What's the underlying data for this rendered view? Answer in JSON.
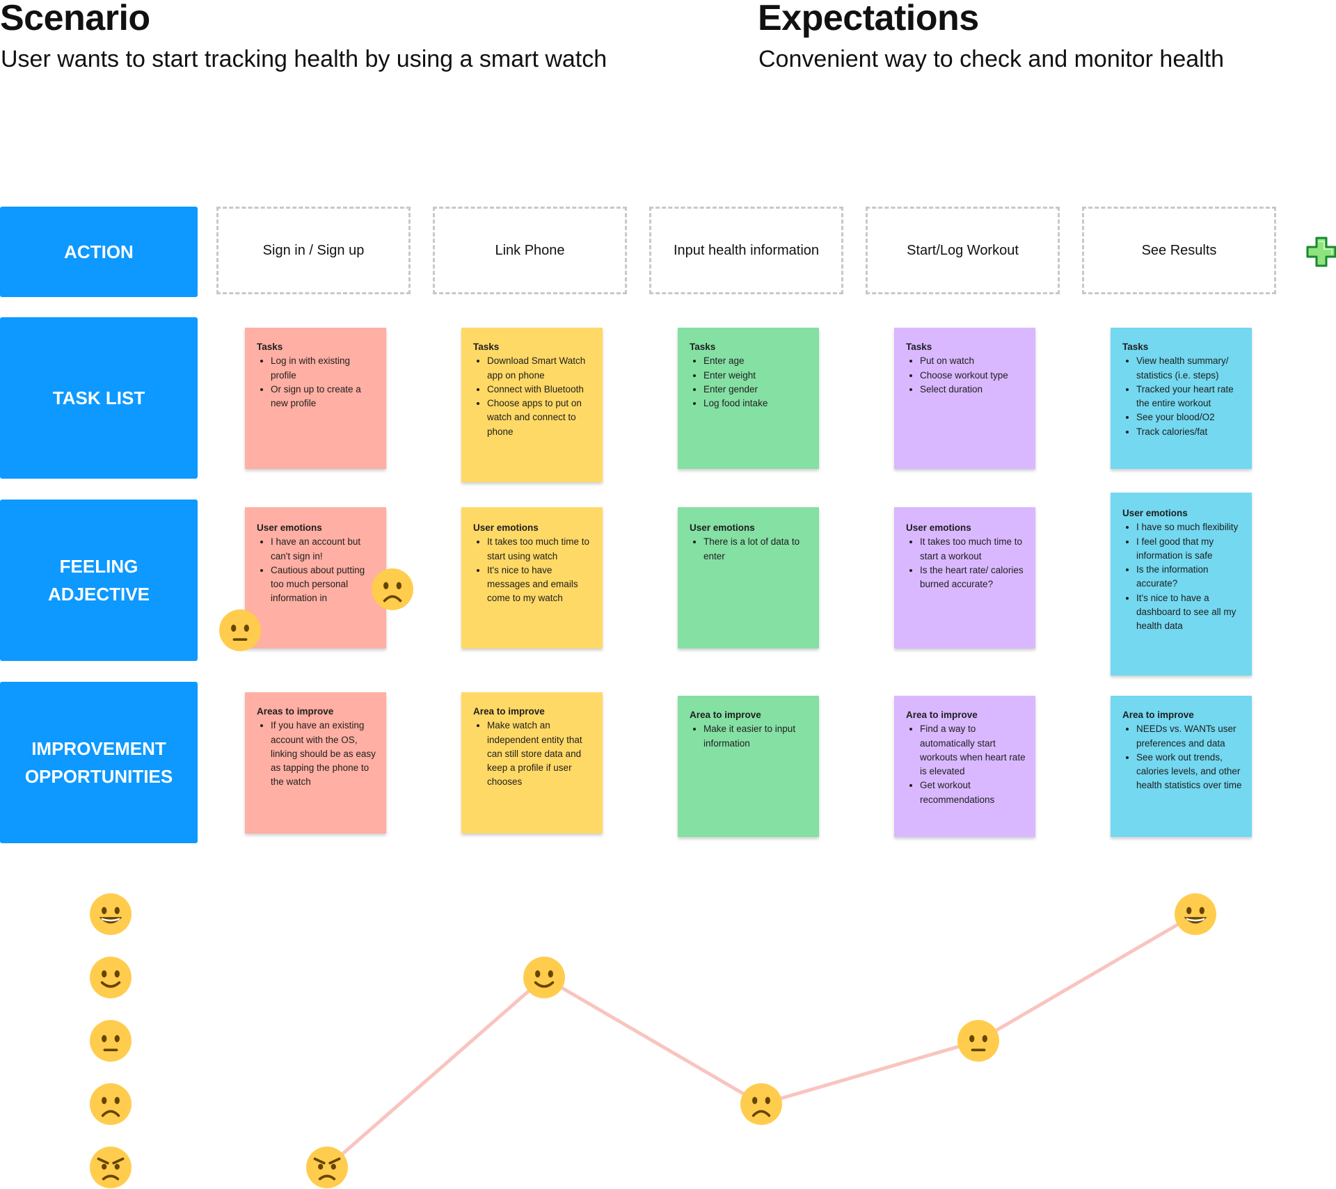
{
  "header": {
    "scenario_title": "Scenario",
    "scenario_text": "User wants to start tracking health by using a smart watch",
    "expectations_title": "Expectations",
    "expectations_text": "Convenient way to check and monitor health"
  },
  "rows": {
    "action": "ACTION",
    "task_list": "TASK LIST",
    "feeling_line1": "FEELING",
    "feeling_line2": "ADJECTIVE",
    "improvement_line1": "IMPROVEMENT",
    "improvement_line2": "OPPORTUNITIES"
  },
  "actions": [
    "Sign in / Sign up",
    "Link Phone",
    "Input health information",
    "Start/Log Workout",
    "See Results"
  ],
  "add_icon": "plus-icon",
  "colors": {
    "row_label": "#0d99ff",
    "stage_colors": [
      "#ffafa3",
      "#ffd966",
      "#85e0a3",
      "#d9b8ff",
      "#73d8f0"
    ],
    "journey_line": "#f9c4bf",
    "emoji_face": "#ffcc4d"
  },
  "tasks": [
    {
      "title": "Tasks",
      "items": [
        "Log in with existing profile",
        "Or sign up to create a new profile"
      ]
    },
    {
      "title": "Tasks",
      "items": [
        "Download Smart Watch app on phone",
        "Connect with Bluetooth",
        "Choose apps to put on watch and connect to phone"
      ]
    },
    {
      "title": "Tasks",
      "items": [
        "Enter age",
        "Enter weight",
        "Enter gender",
        "Log food intake"
      ]
    },
    {
      "title": "Tasks",
      "items": [
        "Put on watch",
        "Choose workout type",
        "Select duration"
      ]
    },
    {
      "title": "Tasks",
      "items": [
        "View health summary/ statistics (i.e. steps)",
        "Tracked your heart rate the entire workout",
        "See your blood/O2",
        "Track calories/fat"
      ]
    }
  ],
  "emotions": [
    {
      "title": "User emotions",
      "items": [
        "I have an account but can't sign in!",
        "Cautious about putting too much personal information in"
      ]
    },
    {
      "title": "User emotions",
      "items": [
        "It takes too much time to start using  watch",
        "It's nice to have messages and emails come to my watch"
      ]
    },
    {
      "title": "User emotions",
      "items": [
        "There is a lot of data to enter"
      ]
    },
    {
      "title": "User emotions",
      "items": [
        "It takes too much time to start a workout",
        "Is the heart rate/ calories burned accurate?"
      ]
    },
    {
      "title": "User emotions",
      "items": [
        "I have so much flexibility",
        "I feel good that my information is safe",
        "Is the information accurate?",
        "It's nice to have a dashboard to see all my health data"
      ]
    }
  ],
  "improvements": [
    {
      "title": "Areas to improve",
      "items": [
        "If you have an existing account with the OS, linking should be as easy as tapping the phone to the watch"
      ]
    },
    {
      "title": "Area to improve",
      "items": [
        "Make watch an independent entity that can still store data and keep a profile if user chooses"
      ]
    },
    {
      "title": "Area to improve",
      "items": [
        "Make it easier to input information"
      ]
    },
    {
      "title": "Area to improve",
      "items": [
        "Find a way to automatically start workouts when heart rate is elevated",
        "Get workout recommendations"
      ]
    },
    {
      "title": "Area to improve",
      "items": [
        "NEEDs vs. WANTs user preferences and data",
        "See work out trends, calories levels, and other health statistics over time"
      ]
    }
  ],
  "feeling_emojis": [
    "neutral-face-icon",
    "frowning-face-icon"
  ],
  "scale": [
    "grinning-face-icon",
    "smiling-face-icon",
    "neutral-face-icon",
    "frowning-face-icon",
    "angry-face-icon"
  ],
  "journey": {
    "stages": [
      "Sign in / Sign up",
      "Link Phone",
      "Input health information",
      "Start/Log Workout",
      "See Results"
    ],
    "levels": [
      1,
      4,
      2,
      3,
      5
    ],
    "faces": [
      "angry-face-icon",
      "smiling-face-icon",
      "frowning-face-icon",
      "neutral-face-icon",
      "grinning-face-icon"
    ]
  }
}
